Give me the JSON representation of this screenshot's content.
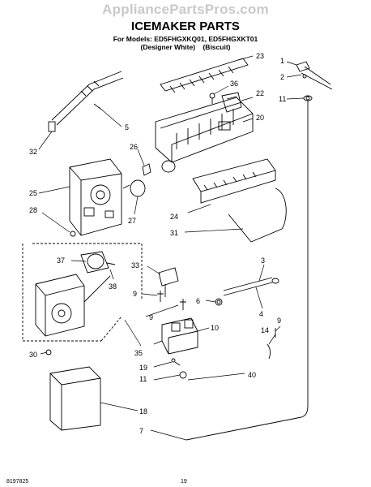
{
  "watermark": "AppliancePartsPros.com",
  "header": {
    "title": "ICEMAKER PARTS",
    "models_line": "For Models: ED5FHGXKQ01, ED5FHGXKT01",
    "variants_line": "(Designer White)    (Biscuit)"
  },
  "footer": {
    "part_number": "8197825",
    "page": "19"
  },
  "callouts": [
    "23",
    "1",
    "2",
    "36",
    "22",
    "11",
    "5",
    "20",
    "26",
    "32",
    "25",
    "28",
    "24",
    "27",
    "31",
    "37",
    "33",
    "3",
    "38",
    "9",
    "6",
    "4",
    "9",
    "10",
    "30",
    "35",
    "19",
    "14",
    "9",
    "11",
    "40",
    "18",
    "7"
  ]
}
